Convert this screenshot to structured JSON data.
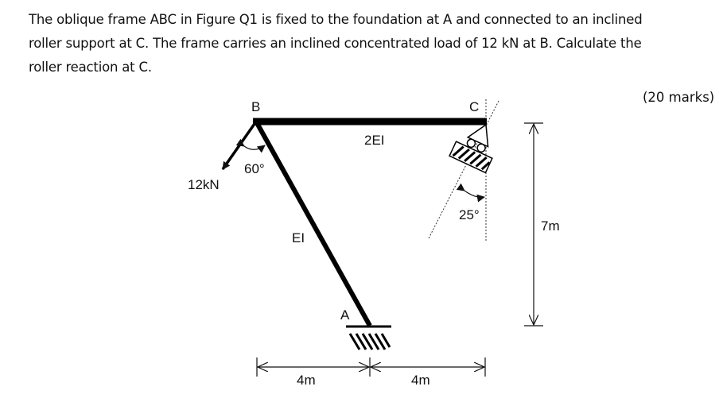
{
  "question": {
    "lines": [
      "The oblique frame ABC in Figure Q1 is fixed to the foundation at A and connected to an inclined",
      "roller support at C. The frame carries an inclined concentrated load of 12 kN at B. Calculate the",
      "roller reaction at C."
    ],
    "marks": "(20 marks)"
  },
  "figure": {
    "node_b": "B",
    "node_c": "C",
    "node_a": "A",
    "beam_stiffness": "2EI",
    "column_stiffness": "EI",
    "load": "12kN",
    "load_angle": "60°",
    "roller_angle": "25°",
    "height_dim": "7m",
    "span_left": "4m",
    "span_right": "4m"
  }
}
